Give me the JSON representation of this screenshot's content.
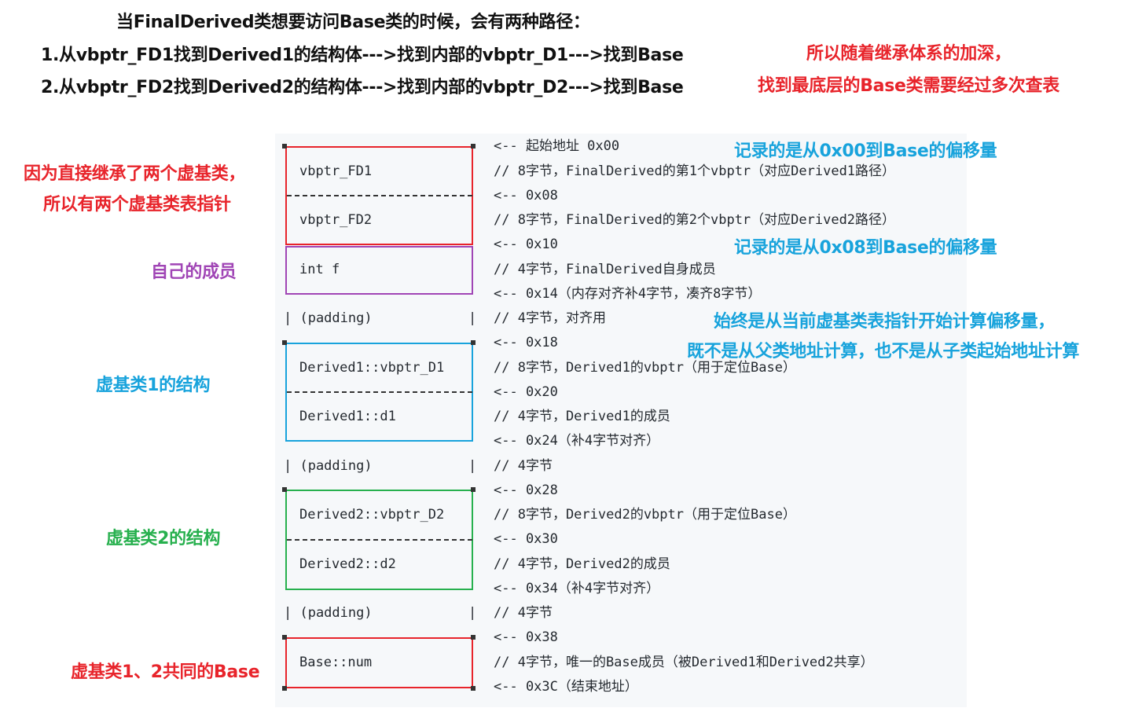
{
  "header": {
    "line1": "当FinalDerived类想要访问Base类的时候，会有两种路径：",
    "line2": "1.从vbptr_FD1找到Derived1的结构体--->找到内部的vbptr_D1--->找到Base",
    "line3": "2.从vbptr_FD2找到Derived2的结构体--->找到内部的vbptr_D2--->找到Base"
  },
  "notes": {
    "inheritance_depth_1": "所以随着继承体系的加深，",
    "inheritance_depth_2": "找到最底层的Base类需要经过多次查表",
    "offset_from_00": "记录的是从0x00到Base的偏移量",
    "offset_from_08": "记录的是从0x08到Base的偏移量",
    "offset_rule_1": "始终是从当前虚基类表指针开始计算偏移量，",
    "offset_rule_2": "既不是从父类地址计算，也不是从子类起始地址计算",
    "two_vbptr_1": "因为直接继承了两个虚基类，",
    "two_vbptr_2": "所以有两个虚基类表指针",
    "own_member": "自己的成员",
    "vbase1_struct": "虚基类1的结构",
    "vbase2_struct": "虚基类2的结构",
    "shared_base": "虚基类1、2共同的Base"
  },
  "memory_layout": {
    "cells": [
      "vbptr_FD1",
      "vbptr_FD2",
      "int f",
      "| (padding)",
      "Derived1::vbptr_D1",
      "Derived1::d1",
      "| (padding)",
      "Derived2::vbptr_D2",
      "Derived2::d2",
      "| (padding)",
      "Base::num"
    ],
    "pipe_right": "|",
    "comments": [
      "<-- 起始地址 0x00",
      "// 8字节，FinalDerived的第1个vbptr（对应Derived1路径）",
      "<-- 0x08",
      "// 8字节，FinalDerived的第2个vbptr（对应Derived2路径）",
      "<-- 0x10",
      "// 4字节，FinalDerived自身成员",
      "<-- 0x14（内存对齐补4字节，凑齐8字节）",
      "// 4字节，对齐用",
      "<-- 0x18",
      "// 8字节，Derived1的vbptr（用于定位Base）",
      "<-- 0x20",
      "// 4字节，Derived1的成员",
      "<-- 0x24（补4字节对齐）",
      "// 4字节",
      "<-- 0x28",
      "// 8字节，Derived2的vbptr（用于定位Base）",
      "<-- 0x30",
      "// 4字节，Derived2的成员",
      "<-- 0x34（补4字节对齐）",
      "// 4字节",
      "<-- 0x38",
      "// 4字节，唯一的Base成员（被Derived1和Derived2共享）",
      "<-- 0x3C（结束地址）"
    ]
  },
  "colors": {
    "red": "#e8242b",
    "blue": "#18a3dc",
    "purple": "#a045b5",
    "green": "#27b04e"
  }
}
